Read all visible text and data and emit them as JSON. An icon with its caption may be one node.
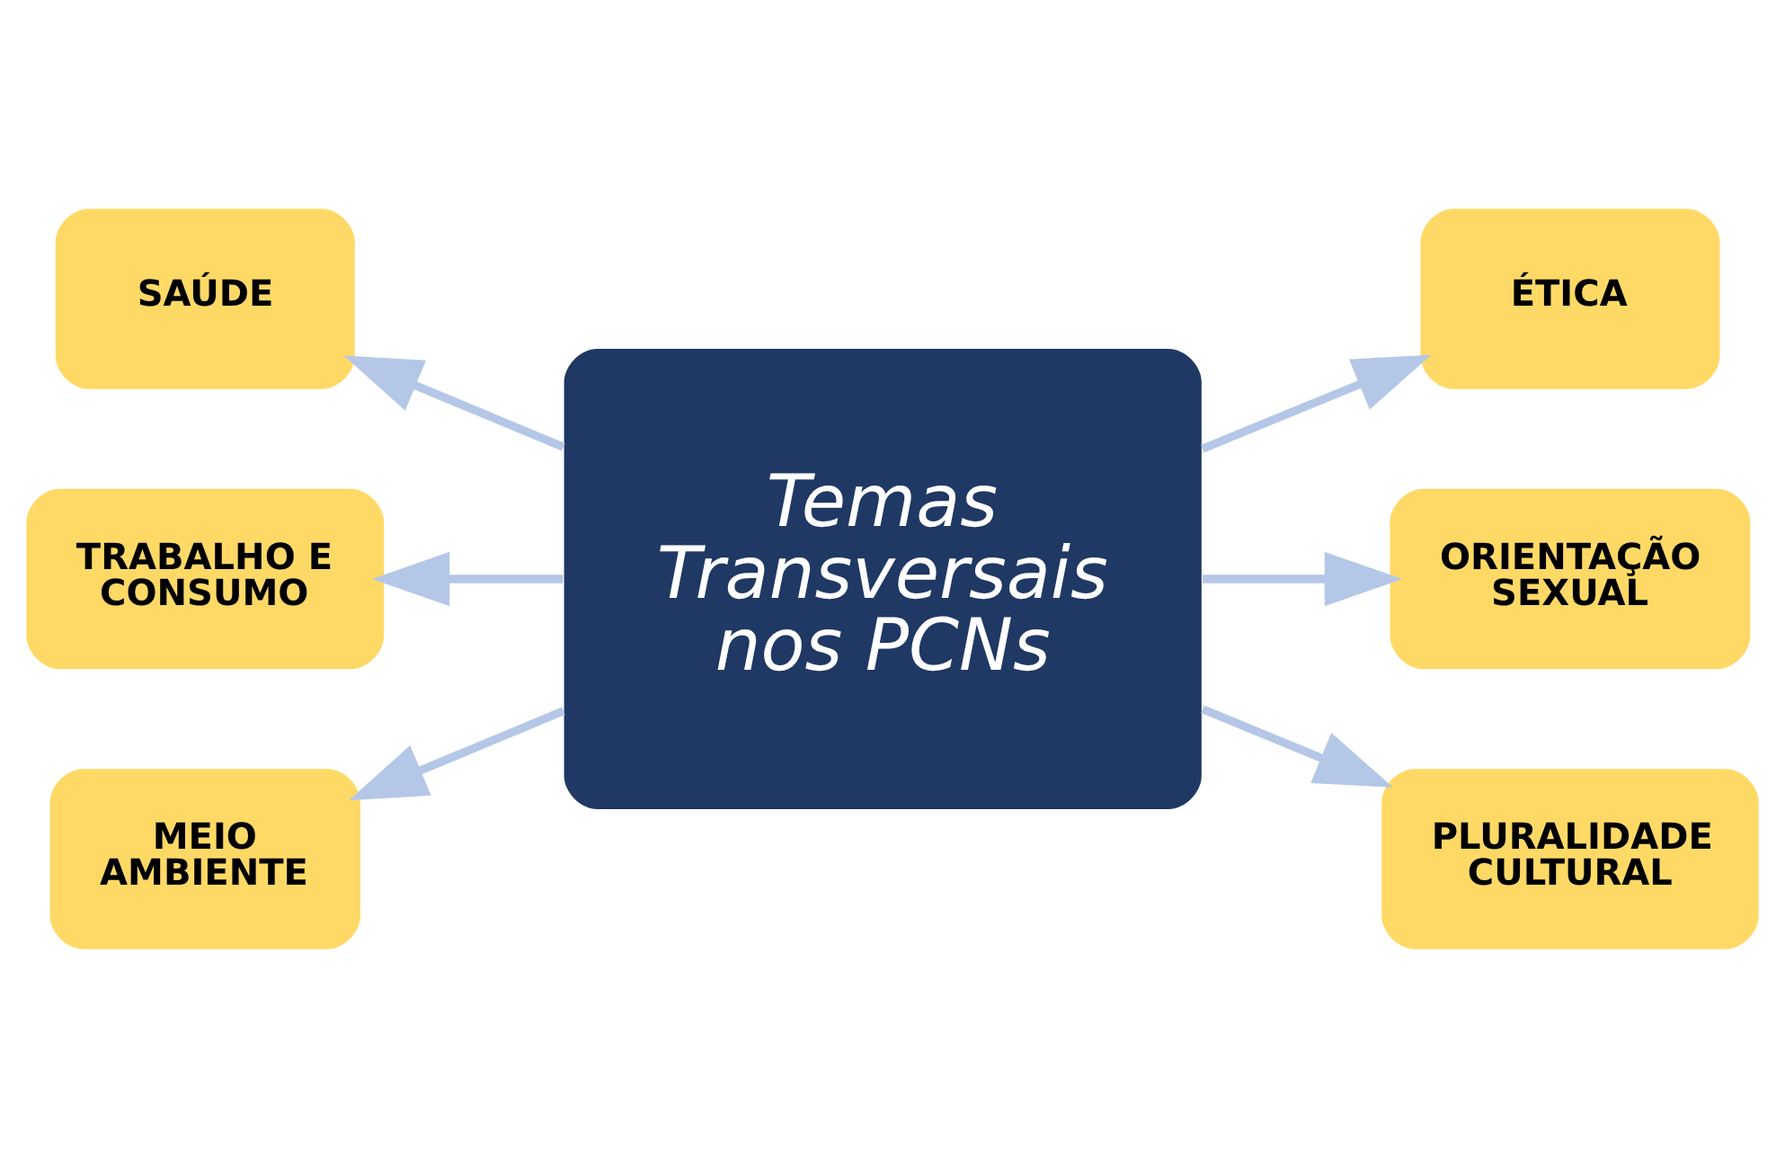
{
  "diagram": {
    "nodes": [
      {
        "text": [
          "Temas Transversais nos PCNs"
        ]
      },
      {
        "text": [
          "SAÚDE"
        ]
      },
      {
        "text": [
          "ÉTICA"
        ]
      },
      {
        "text": [
          "TRABALHO E CONSUMO"
        ]
      },
      {
        "text": [
          "ORIENTAÇÃO SEXUAL"
        ]
      },
      {
        "text": [
          "MEIO AMBIENTE"
        ]
      },
      {
        "text": [
          "PLURALIDADE CULTURAL"
        ]
      }
    ],
    "edges": [
      {
        "from": 0,
        "to": 1,
        "arrow": "to"
      },
      {
        "from": 0,
        "to": 2,
        "arrow": "to"
      },
      {
        "from": 0,
        "to": 3,
        "arrow": "to"
      },
      {
        "from": 0,
        "to": 4,
        "arrow": "to"
      },
      {
        "from": 0,
        "to": 5,
        "arrow": "to"
      },
      {
        "from": 0,
        "to": 6,
        "arrow": "to"
      }
    ]
  }
}
